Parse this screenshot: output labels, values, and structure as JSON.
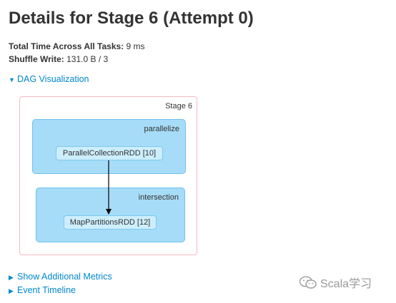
{
  "page": {
    "title": "Details for Stage 6 (Attempt 0)"
  },
  "summary": {
    "total_time_label": "Total Time Across All Tasks:",
    "total_time_value": "9 ms",
    "shuffle_write_label": "Shuffle Write:",
    "shuffle_write_value": "131.0 B / 3"
  },
  "dag": {
    "toggle_label": "DAG Visualization",
    "expanded": true,
    "stage_label": "Stage 6",
    "clusters": [
      {
        "label": "parallelize",
        "node": "ParallelCollectionRDD [10]"
      },
      {
        "label": "intersection",
        "node": "MapPartitionsRDD [12]"
      }
    ]
  },
  "links": {
    "additional_metrics": "Show Additional Metrics",
    "event_timeline": "Event Timeline"
  },
  "watermark": {
    "text": "Scala学习",
    "icon": "wechat-icon"
  },
  "colors": {
    "link": "#0088cc",
    "cluster_fill": "#a6dcf7",
    "node_fill": "#cdeefd",
    "stage_border": "#f6b9c3"
  }
}
